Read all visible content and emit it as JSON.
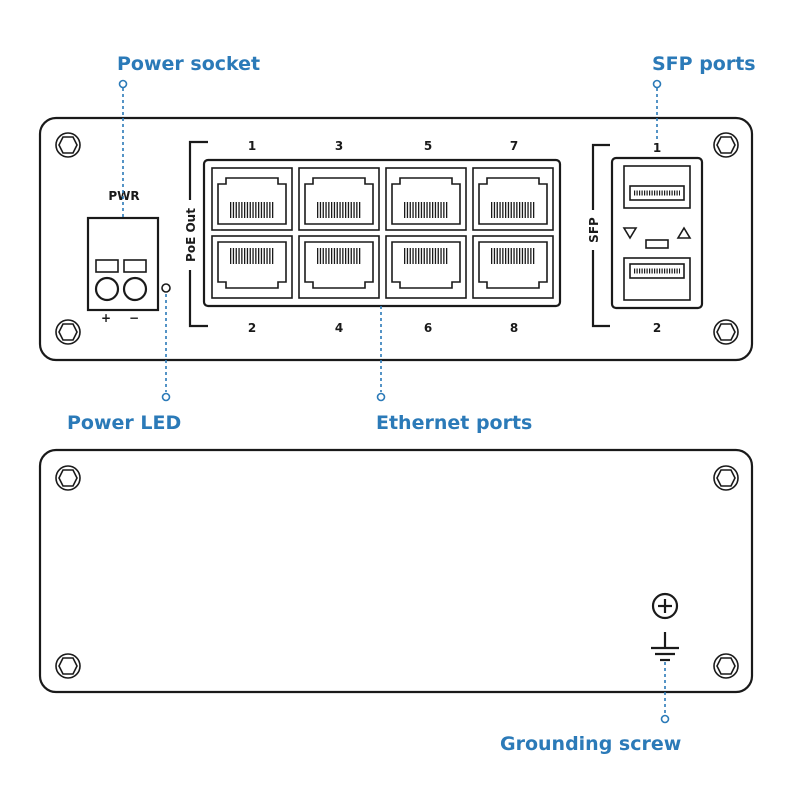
{
  "callouts": {
    "power_socket": "Power socket",
    "sfp_ports": "SFP ports",
    "power_led": "Power LED",
    "ethernet_ports": "Ethernet ports",
    "grounding_screw": "Grounding screw"
  },
  "front_panel": {
    "pwr_label": "PWR",
    "plus_label": "+",
    "minus_label": "−",
    "poe_label": "PoE Out",
    "sfp_label": "SFP",
    "ethernet_top": [
      "1",
      "3",
      "5",
      "7"
    ],
    "ethernet_bottom": [
      "2",
      "4",
      "6",
      "8"
    ],
    "sfp_top": "1",
    "sfp_bottom": "2"
  },
  "colors": {
    "accent": "#2b7ab8",
    "line": "#1a1a1a"
  }
}
